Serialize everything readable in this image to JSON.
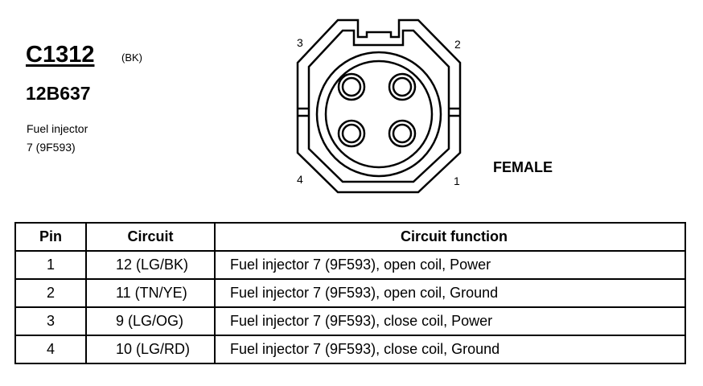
{
  "connector": {
    "id": "C1312",
    "color": "(BK)",
    "part_number": "12B637",
    "description_line1": "Fuel injector",
    "description_line2": "7 (9F593)"
  },
  "diagram": {
    "gender": "FEMALE",
    "pin_labels": {
      "p1": "1",
      "p2": "2",
      "p3": "3",
      "p4": "4"
    }
  },
  "table": {
    "headers": {
      "pin": "Pin",
      "circuit": "Circuit",
      "function": "Circuit function"
    },
    "rows": [
      {
        "pin": "1",
        "circuit": "12 (LG/BK)",
        "function": "Fuel injector 7 (9F593), open coil, Power"
      },
      {
        "pin": "2",
        "circuit": "11 (TN/YE)",
        "function": "Fuel injector 7 (9F593), open coil, Ground"
      },
      {
        "pin": "3",
        "circuit": "9 (LG/OG)",
        "function": "Fuel injector 7 (9F593), close coil, Power"
      },
      {
        "pin": "4",
        "circuit": "10 (LG/RD)",
        "function": "Fuel injector 7 (9F593), close coil, Ground"
      }
    ]
  }
}
